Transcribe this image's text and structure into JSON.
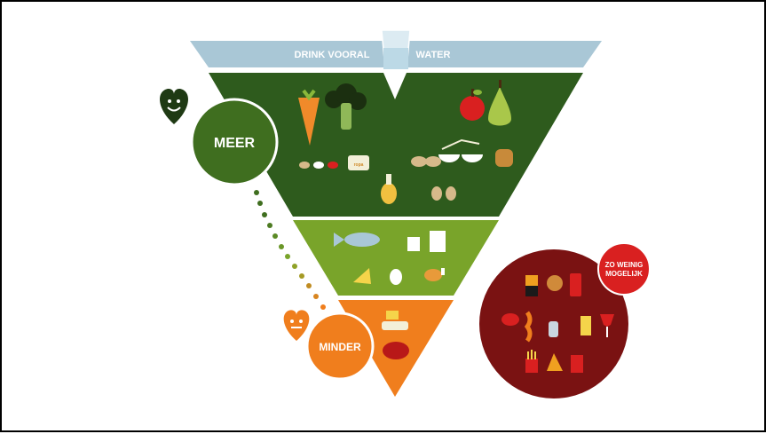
{
  "header": {
    "left": "DRINK VOORAL",
    "right": "WATER"
  },
  "more_label": "MEER",
  "less_label": "MINDER",
  "rarely_label_line1": "ZO WEINIG",
  "rarely_label_line2": "MOGELIJK",
  "butter_label": "ropa",
  "colors": {
    "water_band": "#a9c7d6",
    "dark_green": "#2e5b1d",
    "light_green": "#79a42a",
    "orange": "#f07e1d",
    "dark_red": "#7a1212",
    "red_accent": "#d92020"
  }
}
